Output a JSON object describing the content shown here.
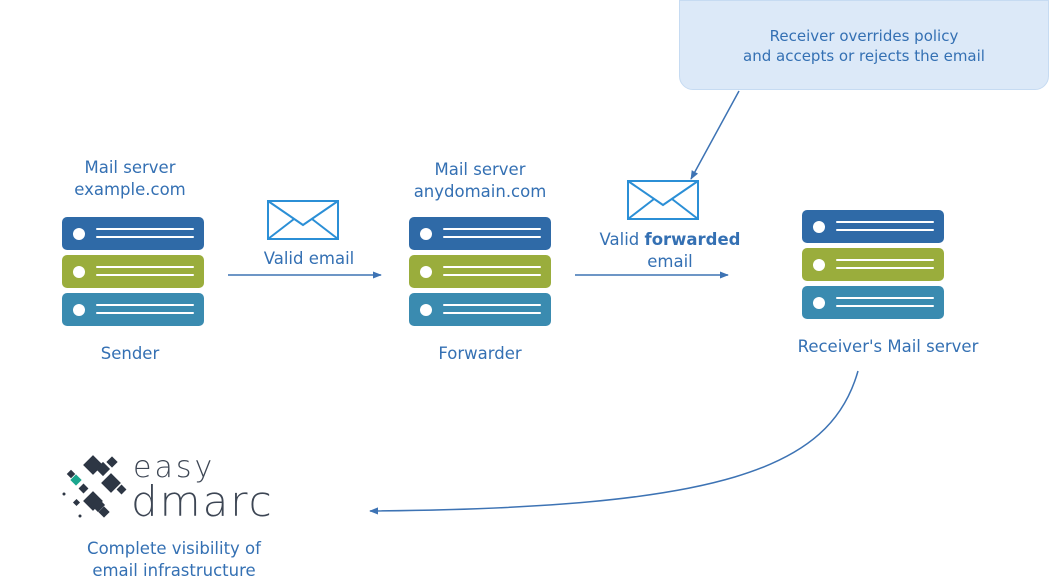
{
  "callout": {
    "line1": "Receiver overrides policy",
    "line2": "and accepts or rejects the email"
  },
  "sender": {
    "server_line1": "Mail server",
    "server_line2": "example.com",
    "label": "Sender"
  },
  "forwarder": {
    "server_line1": "Mail server",
    "server_line2": "anydomain.com",
    "label": "Forwarder"
  },
  "receiver": {
    "label": "Receiver's Mail server"
  },
  "links": {
    "valid_email": "Valid email",
    "forwarded_prefix": "Valid ",
    "forwarded_bold": "forwarded",
    "forwarded_suffix": "email"
  },
  "logo": {
    "word1": "easy",
    "word2": "dmarc",
    "caption_line1": "Complete visibility of",
    "caption_line2": "email infrastructure"
  },
  "colors": {
    "text_blue": "#3470b3",
    "server_dark": "#2f6aa7",
    "server_green": "#9aad3c",
    "server_teal": "#3a8bb0",
    "envelope": "#2b8fd6",
    "callout_bg": "#dce9f8"
  },
  "icons": [
    "envelope-icon",
    "server-icon",
    "easydmarc-logo-icon"
  ]
}
